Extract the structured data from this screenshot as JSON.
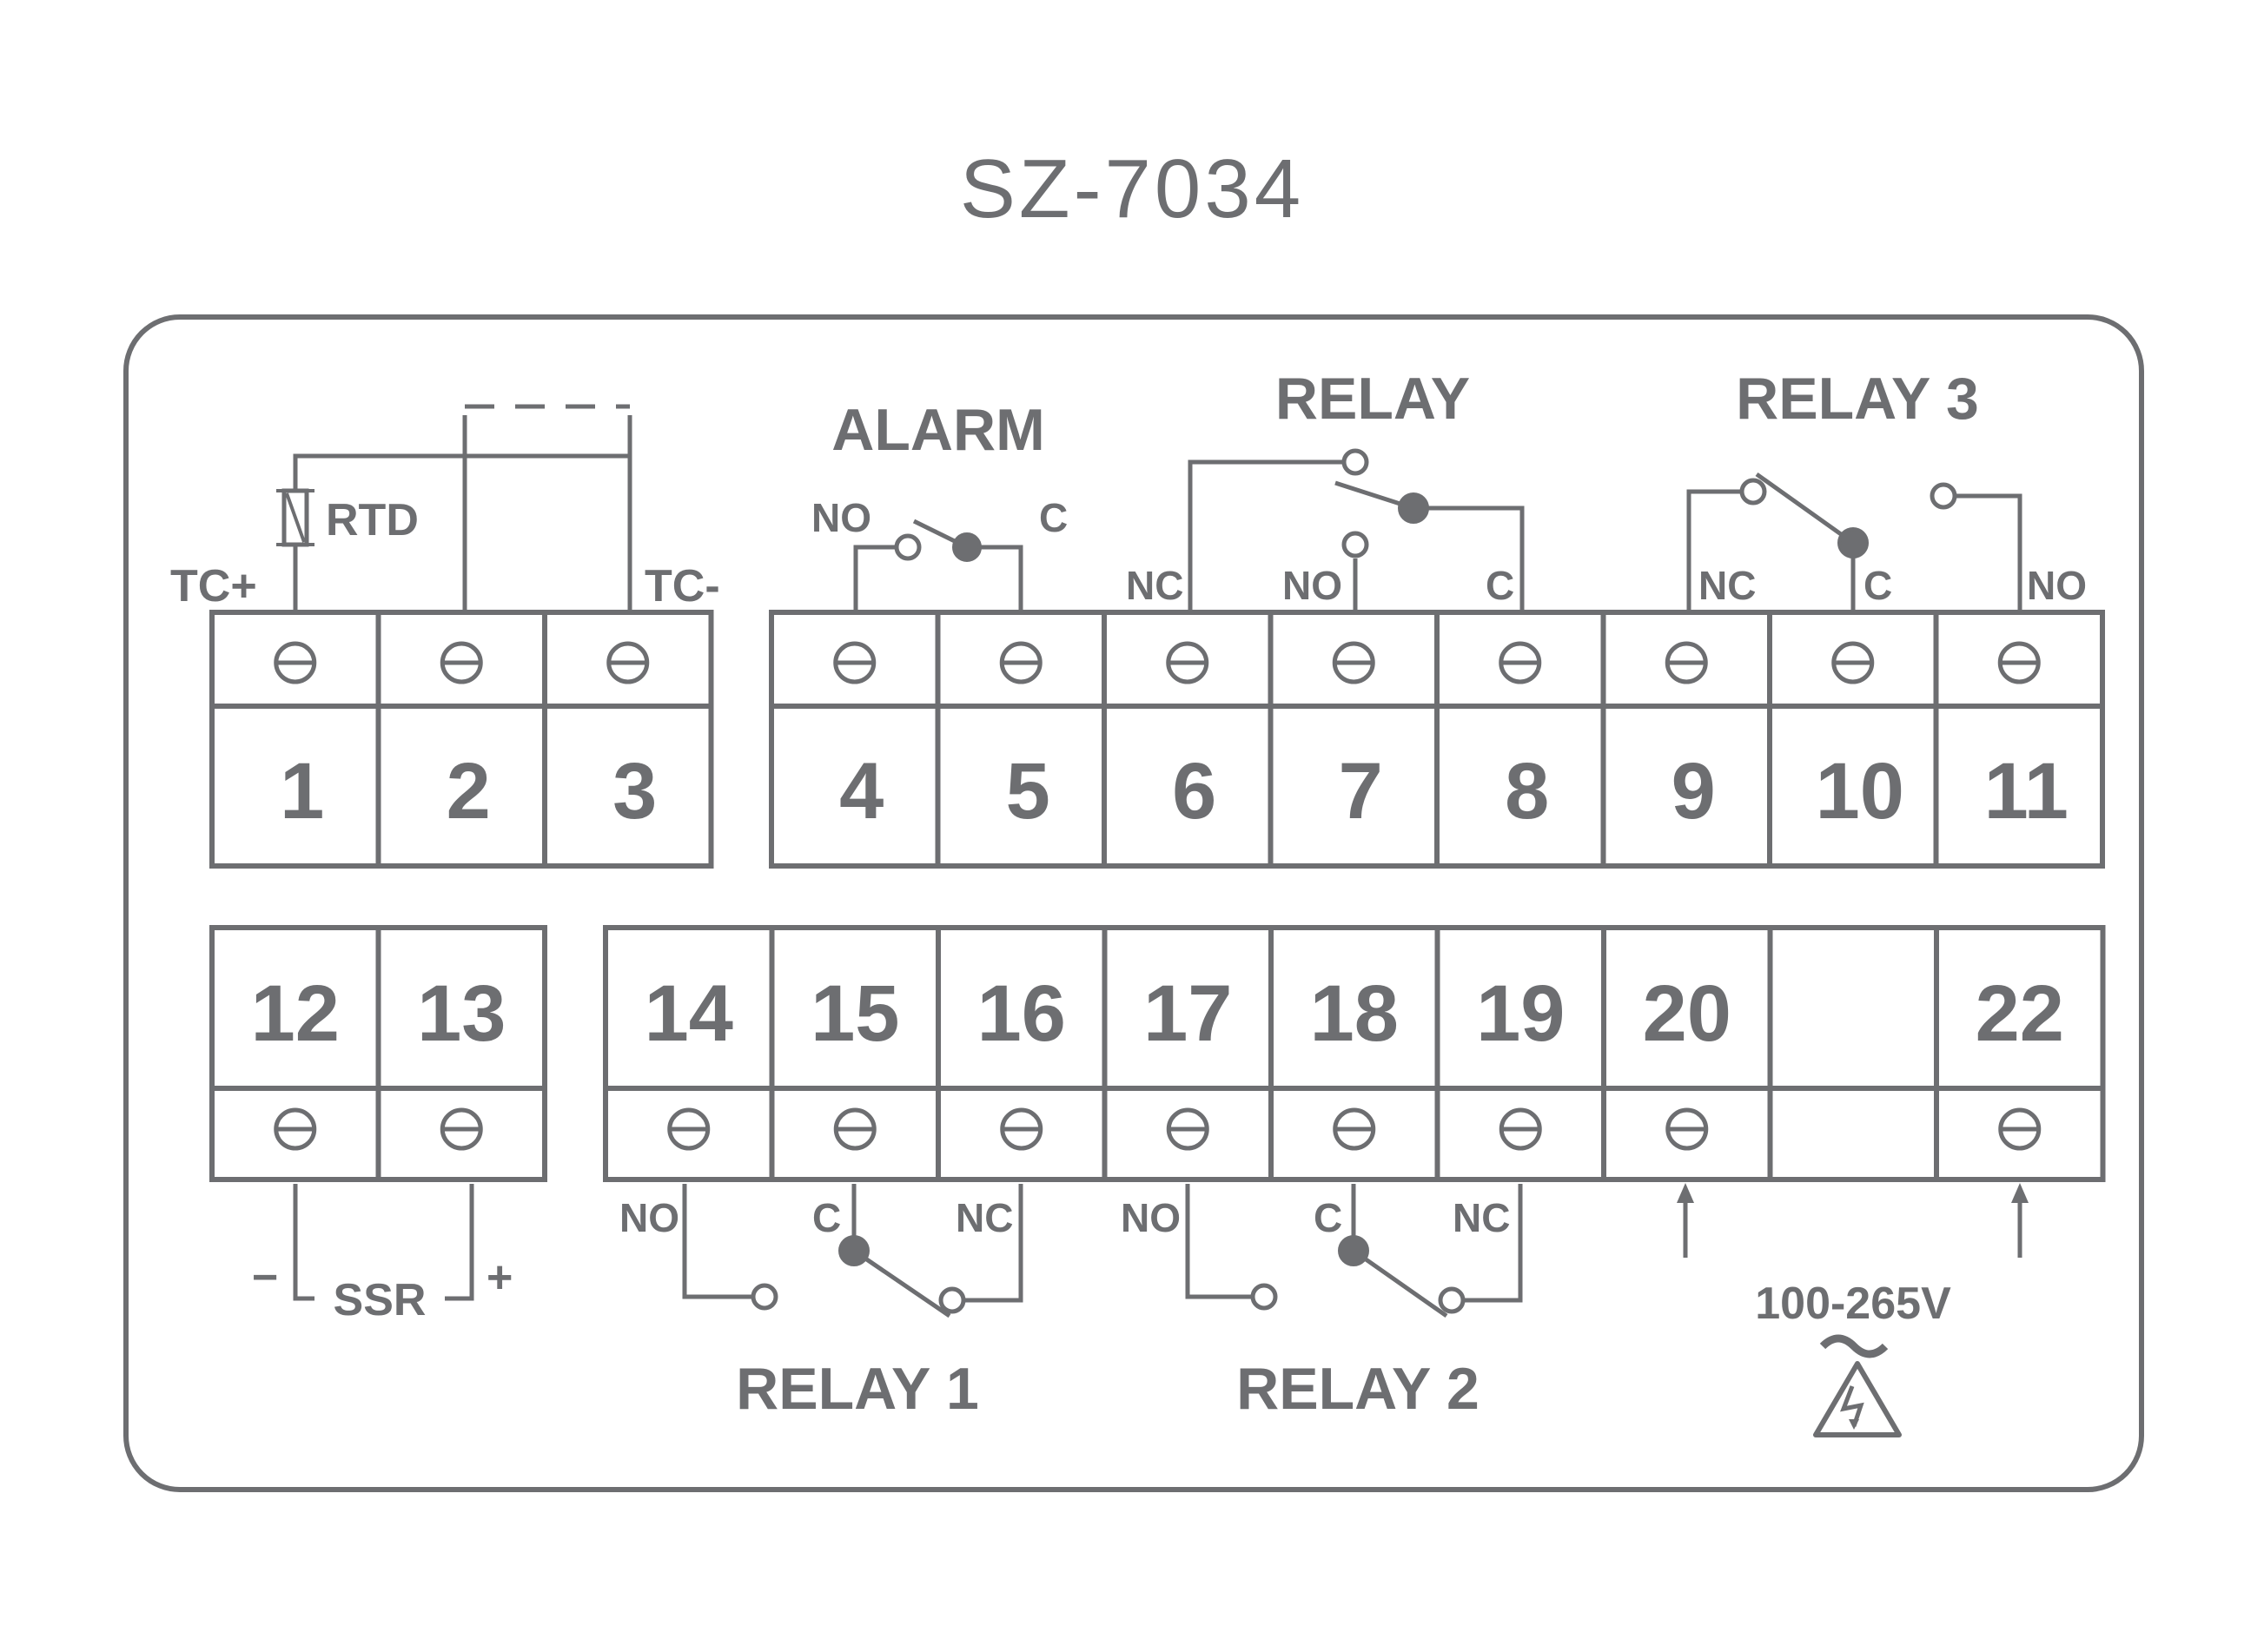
{
  "model_title": "SZ-7034",
  "colors": {
    "stroke": "#6d6e71",
    "background": "#ffffff"
  },
  "terminals_top": [
    "1",
    "2",
    "3",
    "4",
    "5",
    "6",
    "7",
    "8",
    "9",
    "10",
    "11"
  ],
  "terminals_bottom": [
    "12",
    "13",
    "14",
    "15",
    "16",
    "17",
    "18",
    "19",
    "20",
    "",
    "22"
  ],
  "labels": {
    "rtd": "RTD",
    "tc_plus": "TC+",
    "tc_minus": "TC-",
    "alarm": "ALARM",
    "relay": "RELAY",
    "relay3": "RELAY 3",
    "relay1": "RELAY 1",
    "relay2": "RELAY 2",
    "ssr": "SSR",
    "minus": "−",
    "plus": "+",
    "voltage": "100-265V",
    "no": "NO",
    "nc": "NC",
    "c": "C"
  },
  "icons": {
    "ac_symbol": "tilde-icon",
    "warning": "high-voltage-warning-icon",
    "screw": "screw-terminal-icon"
  }
}
